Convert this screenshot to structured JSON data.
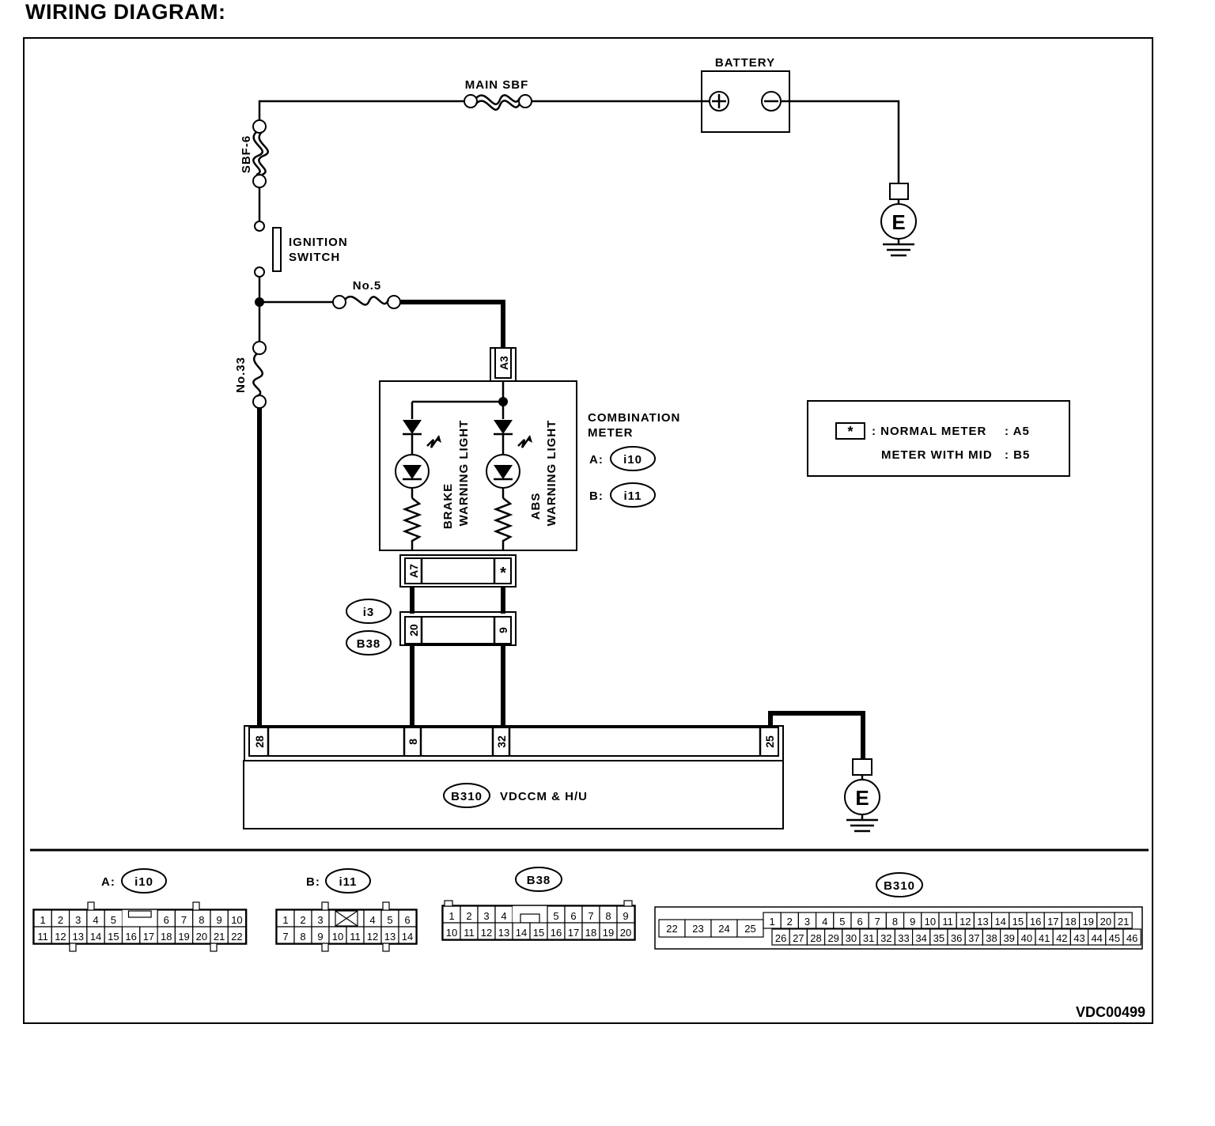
{
  "title": "WIRING DIAGRAM:",
  "labels": {
    "battery": "BATTERY",
    "main_sbf": "MAIN SBF",
    "sbf6": "SBF-6",
    "ignition_line1": "IGNITION",
    "ignition_line2": "SWITCH",
    "fuse5": "No.5",
    "fuse33": "No.33",
    "ground": "E",
    "plus": "+",
    "minus": "−"
  },
  "combination_meter": {
    "title_line1": "COMBINATION",
    "title_line2": "METER",
    "conn_a_label": "A:",
    "conn_a": "i10",
    "conn_b_label": "B:",
    "conn_b": "i11",
    "brake_line1": "BRAKE",
    "brake_line2": "WARNING LIGHT",
    "abs_line1": "ABS",
    "abs_line2": "WARNING LIGHT",
    "pin_top": "A3",
    "pin_brake": "A7",
    "pin_abs": "*"
  },
  "intermediate": {
    "conn1": "i3",
    "conn2": "B38",
    "pin_brake": "20",
    "pin_abs": "9"
  },
  "vdc": {
    "conn": "B310",
    "label": "VDCCM & H/U",
    "pins": [
      "28",
      "8",
      "32",
      "25"
    ]
  },
  "legend": {
    "symbol": "*",
    "line1_name": ": NORMAL METER",
    "line1_value": ": A5",
    "line2_name": "METER WITH MID",
    "line2_value": ": B5"
  },
  "connectors": {
    "i10": {
      "label": "A:",
      "name": "i10",
      "row1": [
        "1",
        "2",
        "3",
        "4",
        "5",
        "",
        "6",
        "7",
        "8",
        "9",
        "10"
      ],
      "row2": [
        "11",
        "12",
        "13",
        "14",
        "15",
        "16",
        "17",
        "18",
        "19",
        "20",
        "21",
        "22"
      ]
    },
    "i11": {
      "label": "B:",
      "name": "i11",
      "row1": [
        "1",
        "2",
        "3",
        "",
        "4",
        "5",
        "6"
      ],
      "row2": [
        "7",
        "8",
        "9",
        "10",
        "11",
        "12",
        "13",
        "14"
      ]
    },
    "b38": {
      "name": "B38",
      "row1": [
        "1",
        "2",
        "3",
        "4",
        "",
        "5",
        "6",
        "7",
        "8",
        "9"
      ],
      "row2": [
        "10",
        "11",
        "12",
        "13",
        "14",
        "15",
        "16",
        "17",
        "18",
        "19",
        "20"
      ]
    },
    "b310": {
      "name": "B310",
      "left": [
        "22",
        "23",
        "24",
        "25"
      ],
      "row1": [
        "1",
        "2",
        "3",
        "4",
        "5",
        "6",
        "7",
        "8",
        "9",
        "10",
        "11",
        "12",
        "13",
        "14",
        "15",
        "16",
        "17",
        "18",
        "19",
        "20",
        "21"
      ],
      "row2": [
        "26",
        "27",
        "28",
        "29",
        "30",
        "31",
        "32",
        "33",
        "34",
        "35",
        "36",
        "37",
        "38",
        "39",
        "40",
        "41",
        "42",
        "43",
        "44",
        "45",
        "46"
      ]
    }
  },
  "code": "VDC00499"
}
